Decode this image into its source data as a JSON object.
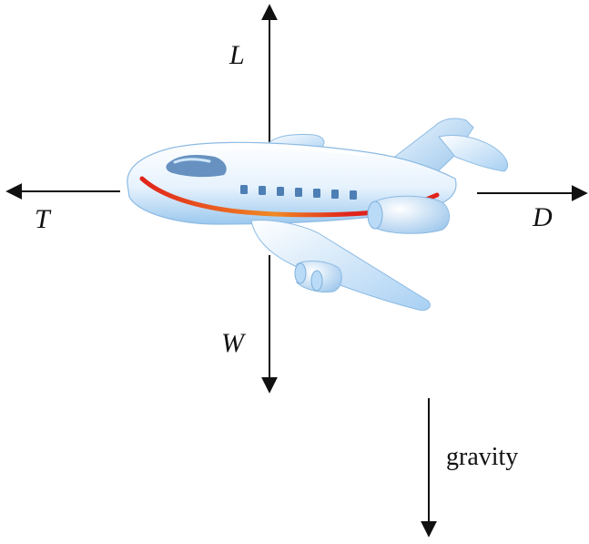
{
  "diagram": {
    "forces": {
      "lift": "L",
      "thrust": "T",
      "drag": "D",
      "weight": "W"
    },
    "gravity_label": "gravity",
    "colors": {
      "arrow": "#111111",
      "fuselage": "#eef6ff",
      "fuselage_shade": "#a9d0f2",
      "stripe_red": "#e0231b",
      "stripe_orange": "#f5a623",
      "window": "#4d7fb5",
      "engine": "#c7e2fa"
    },
    "icon": "airplane-icon"
  }
}
